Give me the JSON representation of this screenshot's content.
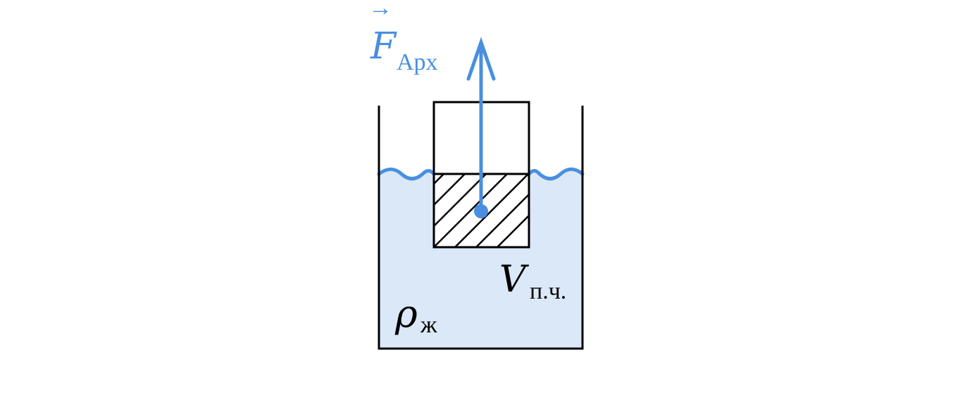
{
  "labels": {
    "force_symbol": "F",
    "force_vector_arrow": "→",
    "force_subscript": "Арх",
    "volume_symbol": "V",
    "volume_subscript": "п.ч.",
    "density_symbol": "ρ",
    "density_subscript": "ж"
  },
  "colors": {
    "liquid": "#dbe8f7",
    "accent": "#4a8fdf",
    "outline": "#000000"
  }
}
